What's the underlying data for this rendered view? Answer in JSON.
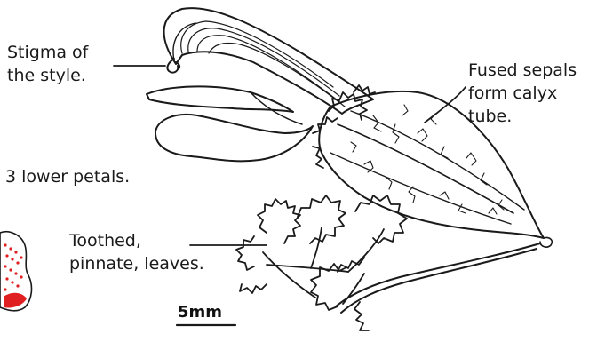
{
  "labels": {
    "stigma": [
      "Stigma of",
      "the style."
    ],
    "sepals": [
      "Fused sepals",
      "form calyx",
      "tube."
    ],
    "petals": "3 lower petals.",
    "leaves": [
      "Toothed,",
      "pinnate, leaves."
    ]
  },
  "scale_bar": {
    "label": "5mm"
  },
  "colors": {
    "ink": "#1a1a1a",
    "corner_specimen": "#e02020"
  }
}
